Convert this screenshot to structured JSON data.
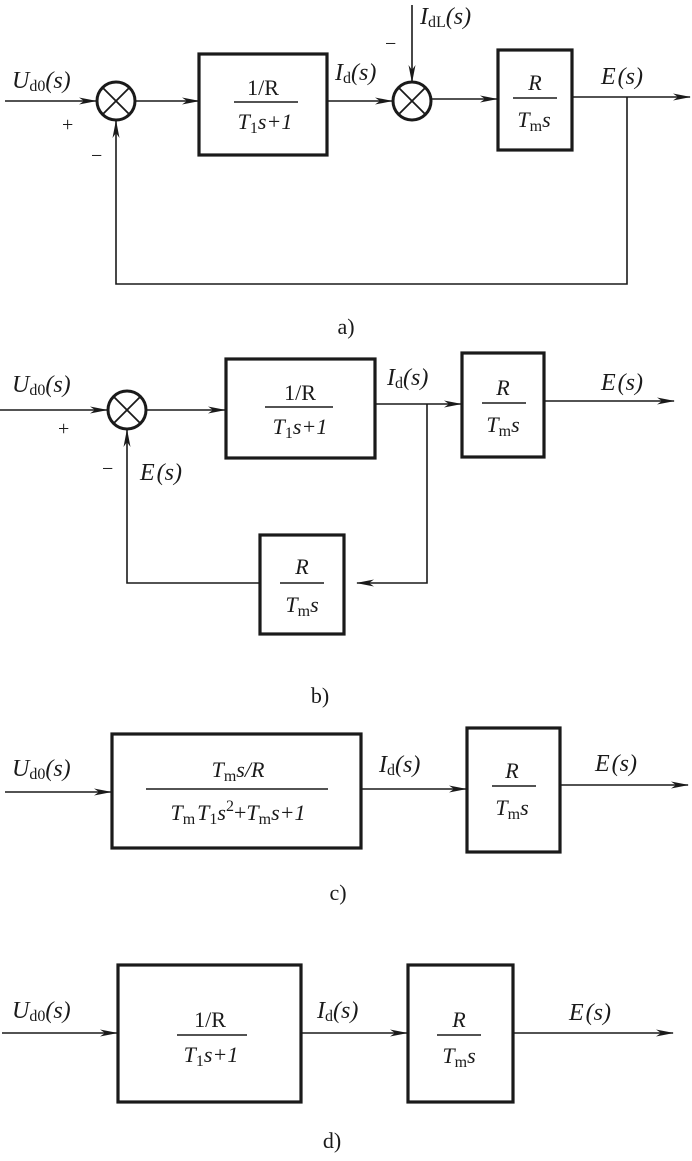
{
  "figure": {
    "panels": [
      {
        "id": "a",
        "caption": "a)",
        "input": {
          "base": "U",
          "sub": "d0",
          "arg": "(s)",
          "sign": "+"
        },
        "summing_junction_1": {
          "feedback_sign": "−"
        },
        "block_1": {
          "numerator": "1/R",
          "denominator_parts": [
            "T",
            "1",
            "s+1"
          ]
        },
        "intermediate": {
          "base": "I",
          "sub": "d",
          "arg": "(s)"
        },
        "disturbance": {
          "base": "I",
          "sub": "dL",
          "arg": "(s)",
          "sign": "−"
        },
        "block_2": {
          "numerator": "R",
          "denominator_parts": [
            "T",
            "m",
            "s"
          ]
        },
        "output": {
          "base": "E",
          "arg": "(s)"
        }
      },
      {
        "id": "b",
        "caption": "b)",
        "input": {
          "base": "U",
          "sub": "d0",
          "arg": "(s)",
          "sign": "+"
        },
        "summing_junction_1": {
          "feedback_sign": "−"
        },
        "feedback_label": {
          "base": "E",
          "arg": "(s)"
        },
        "block_1": {
          "numerator": "1/R",
          "denominator_parts": [
            "T",
            "1",
            "s+1"
          ]
        },
        "intermediate": {
          "base": "I",
          "sub": "d",
          "arg": "(s)"
        },
        "block_2": {
          "numerator": "R",
          "denominator_parts": [
            "T",
            "m",
            "s"
          ]
        },
        "feedback_block": {
          "numerator": "R",
          "denominator_parts": [
            "T",
            "m",
            "s"
          ]
        },
        "output": {
          "base": "E",
          "arg": "(s)"
        }
      },
      {
        "id": "c",
        "caption": "c)",
        "input": {
          "base": "U",
          "sub": "d0",
          "arg": "(s)"
        },
        "block_1": {
          "numerator_parts": [
            "T",
            "m",
            "s/R"
          ],
          "denominator_parts": [
            "T",
            "m",
            "T",
            "1",
            "s",
            "2",
            "+",
            "T",
            "m",
            "s+1"
          ]
        },
        "intermediate": {
          "base": "I",
          "sub": "d",
          "arg": "(s)"
        },
        "block_2": {
          "numerator": "R",
          "denominator_parts": [
            "T",
            "m",
            "s"
          ]
        },
        "output": {
          "base": "E",
          "arg": "(s)"
        }
      },
      {
        "id": "d",
        "caption": "d)",
        "input": {
          "base": "U",
          "sub": "d0",
          "arg": "(s)"
        },
        "block_1": {
          "numerator": "1/R",
          "denominator_parts": [
            "T",
            "1",
            "s+1"
          ]
        },
        "intermediate": {
          "base": "I",
          "sub": "d",
          "arg": "(s)"
        },
        "block_2": {
          "numerator": "R",
          "denominator_parts": [
            "T",
            "m",
            "s"
          ]
        },
        "output": {
          "base": "E",
          "arg": "(s)"
        }
      }
    ]
  }
}
